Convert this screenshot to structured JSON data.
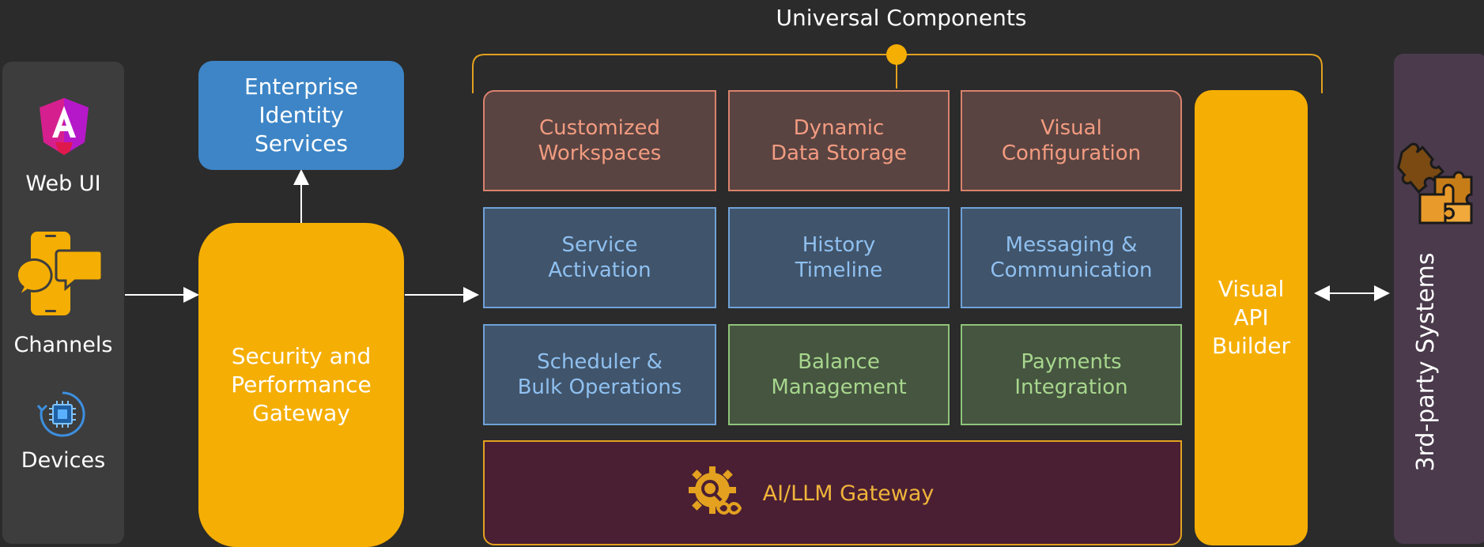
{
  "title": "Universal Components",
  "channels_panel": {
    "web_ui_label": "Web UI",
    "channels_label": "Channels",
    "devices_label": "Devices"
  },
  "identity": {
    "line1": "Enterprise",
    "line2": "Identity",
    "line3": "Services"
  },
  "gateway": {
    "line1": "Security and",
    "line2": "Performance",
    "line3": "Gateway"
  },
  "components": [
    {
      "line1": "Customized",
      "line2": "Workspaces",
      "theme": "red"
    },
    {
      "line1": "Dynamic",
      "line2": "Data Storage",
      "theme": "red"
    },
    {
      "line1": "Visual",
      "line2": "Configuration",
      "theme": "red"
    },
    {
      "line1": "Service",
      "line2": "Activation",
      "theme": "blue"
    },
    {
      "line1": "History",
      "line2": "Timeline",
      "theme": "blue"
    },
    {
      "line1": "Messaging &",
      "line2": "Communication",
      "theme": "blue"
    },
    {
      "line1": "Scheduler &",
      "line2": "Bulk Operations",
      "theme": "blue"
    },
    {
      "line1": "Balance",
      "line2": "Management",
      "theme": "green"
    },
    {
      "line1": "Payments",
      "line2": "Integration",
      "theme": "green"
    }
  ],
  "ai_gateway": {
    "label": "AI/LLM Gateway"
  },
  "api_builder": {
    "line1": "Visual",
    "line2": "API",
    "line3": "Builder"
  },
  "third_party": {
    "label": "3rd-party Systems"
  },
  "colors": {
    "background": "#2b2b2b",
    "accent_yellow": "#f5ae03",
    "identity_blue": "#3d85c6",
    "ai_fill": "#4a1f33"
  },
  "icons": [
    "angular-logo-icon",
    "chat-phone-icon",
    "chip-icon",
    "gear-infinity-icon",
    "puzzle-icon"
  ]
}
